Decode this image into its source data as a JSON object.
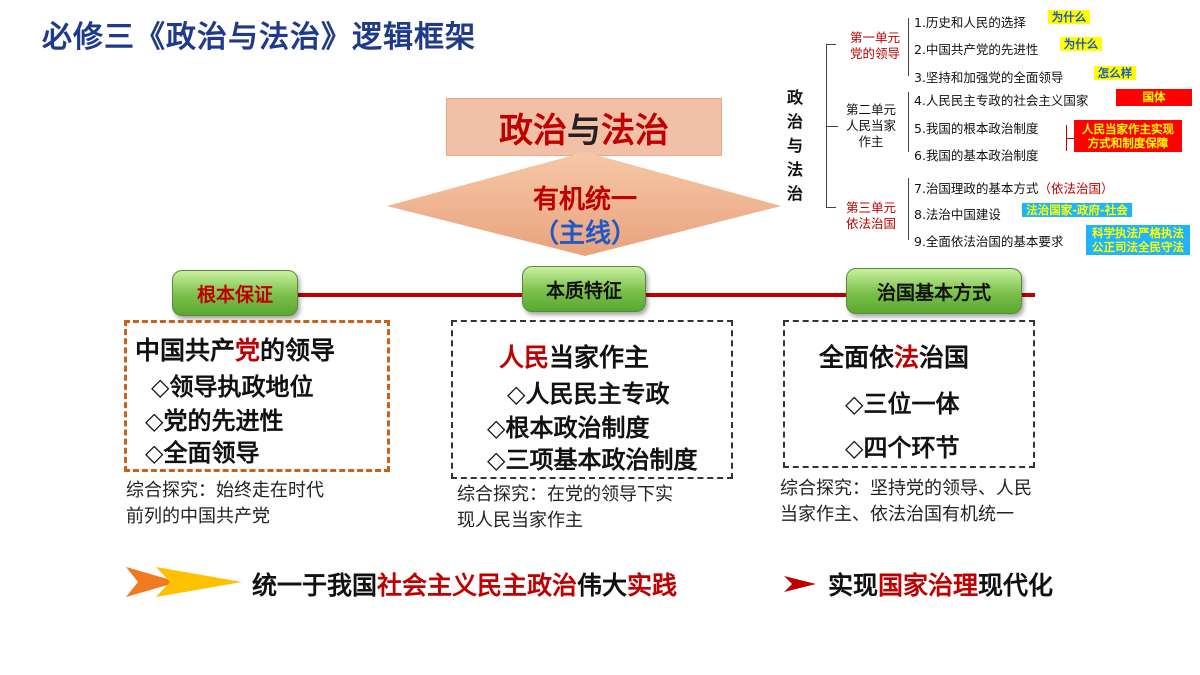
{
  "page_title": "必修三《政治与法治》逻辑框架",
  "center": {
    "title_part1": "政治",
    "title_part2": "与",
    "title_part3": "法治",
    "unity_line1": "有机统一",
    "unity_line2": "（主线）"
  },
  "pillars": [
    {
      "label": "根本保证",
      "heading_a": "中国共产",
      "heading_b": "党",
      "heading_c": "的领导",
      "points": [
        "◇领导执政地位",
        "◇党的先进性",
        "◇全面领导"
      ],
      "note_line1": "综合探究：始终走在时代",
      "note_line2": "前列的中国共产党"
    },
    {
      "label": "本质特征",
      "heading_a": "人民",
      "heading_b": "当家作主",
      "points": [
        "◇人民民主专政",
        "◇根本政治制度",
        "◇三项基本政治制度"
      ],
      "note_line1": "综合探究：在党的领导下实",
      "note_line2": "现人民当家作主"
    },
    {
      "label": "治国基本方式",
      "heading_a": "全面依",
      "heading_b": "法",
      "heading_c": "治国",
      "points": [
        "◇三位一体",
        "◇四个环节"
      ],
      "note_line1": "综合探究：坚持党的领导、人民",
      "note_line2": "当家作主、依法治国有机统一"
    }
  ],
  "bottom": {
    "part1": "统一于我国",
    "part2": "社会主义民主政治",
    "part3": "伟大",
    "part4": "实践",
    "part5": "实现",
    "part6": "国家治理",
    "part7": "现代化"
  },
  "outline": {
    "root": "政治与法治",
    "units": [
      {
        "name_line1": "第一单元",
        "name_line2": "党的领导",
        "name_line3": ""
      },
      {
        "name_line1": "第二单元",
        "name_line2": "人民当家",
        "name_line3": "作主"
      },
      {
        "name_line1": "第三单元",
        "name_line2": "依法治国",
        "name_line3": ""
      }
    ],
    "items": [
      "1.历史和人民的选择",
      "2.中国共产党的先进性",
      "3.坚持和加强党的全面领导",
      "4.人民民主专政的社会主义国家",
      "5.我国的根本政治制度",
      "6.我国的基本政治制度",
      "7.治国理政的基本方式",
      "8.法治中国建设",
      "9.全面依法治国的基本要求"
    ],
    "item7_suffix": "（依法治国）",
    "tags": {
      "why1": "为什么",
      "why2": "为什么",
      "how": "怎么样",
      "state": "国体",
      "people_line1": "人民当家作主实现",
      "people_line2": "方式和制度保障",
      "rule": "法治国家-政府-社会",
      "req_line1": "科学执法严格执法",
      "req_line2": "公正司法全民守法"
    }
  },
  "colors": {
    "title_blue": "#1f3a8a",
    "red": "#c00000",
    "blue": "#1f58c8",
    "peach": "#f2c0a7",
    "green_pill": "#7bc04a",
    "orange_dash": "#c8621a"
  }
}
